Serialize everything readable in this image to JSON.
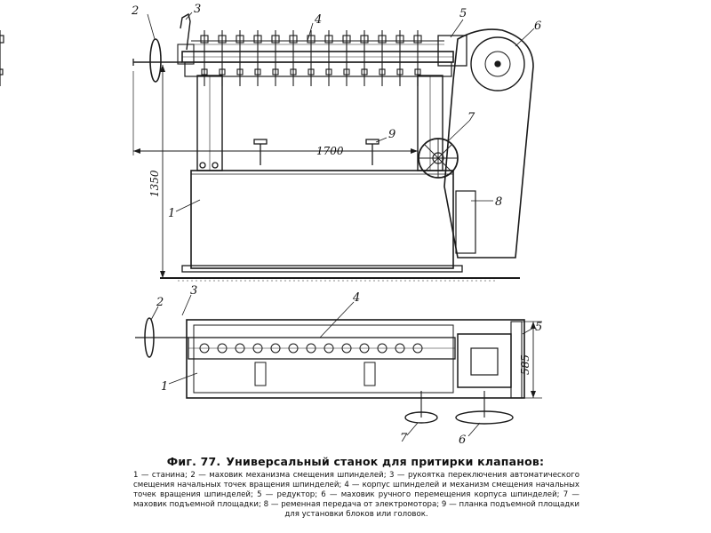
{
  "figure": {
    "top_view": {
      "callouts": [
        "2",
        "3",
        "4",
        "5",
        "6",
        "1",
        "7",
        "8",
        "9"
      ],
      "dimensions": {
        "width": "1700",
        "height": "1350"
      }
    },
    "plan_view": {
      "callouts": [
        "2",
        "3",
        "4",
        "5",
        "1",
        "7",
        "6"
      ],
      "dimensions": {
        "depth": "585"
      }
    }
  },
  "caption": {
    "label": "Фиг. 77.",
    "title": "Универсальный станок для притирки клапанов:",
    "legend": "1 — станина; 2 — маховик механизма смещения шпинделей; 3 — рукоятка переключения автоматического смещения начальных точек вращения шпинделей; 4 — корпус шпинделей и механизм смещения начальных точек вращения шпинделей; 5 — редуктор; 6 — маховик ручного перемещения корпуса шпинделей; 7 — маховик подъемной площадки; 8 — ременная передача от электромотора; 9 — планка подъемной площадки для установки блоков или головок."
  }
}
